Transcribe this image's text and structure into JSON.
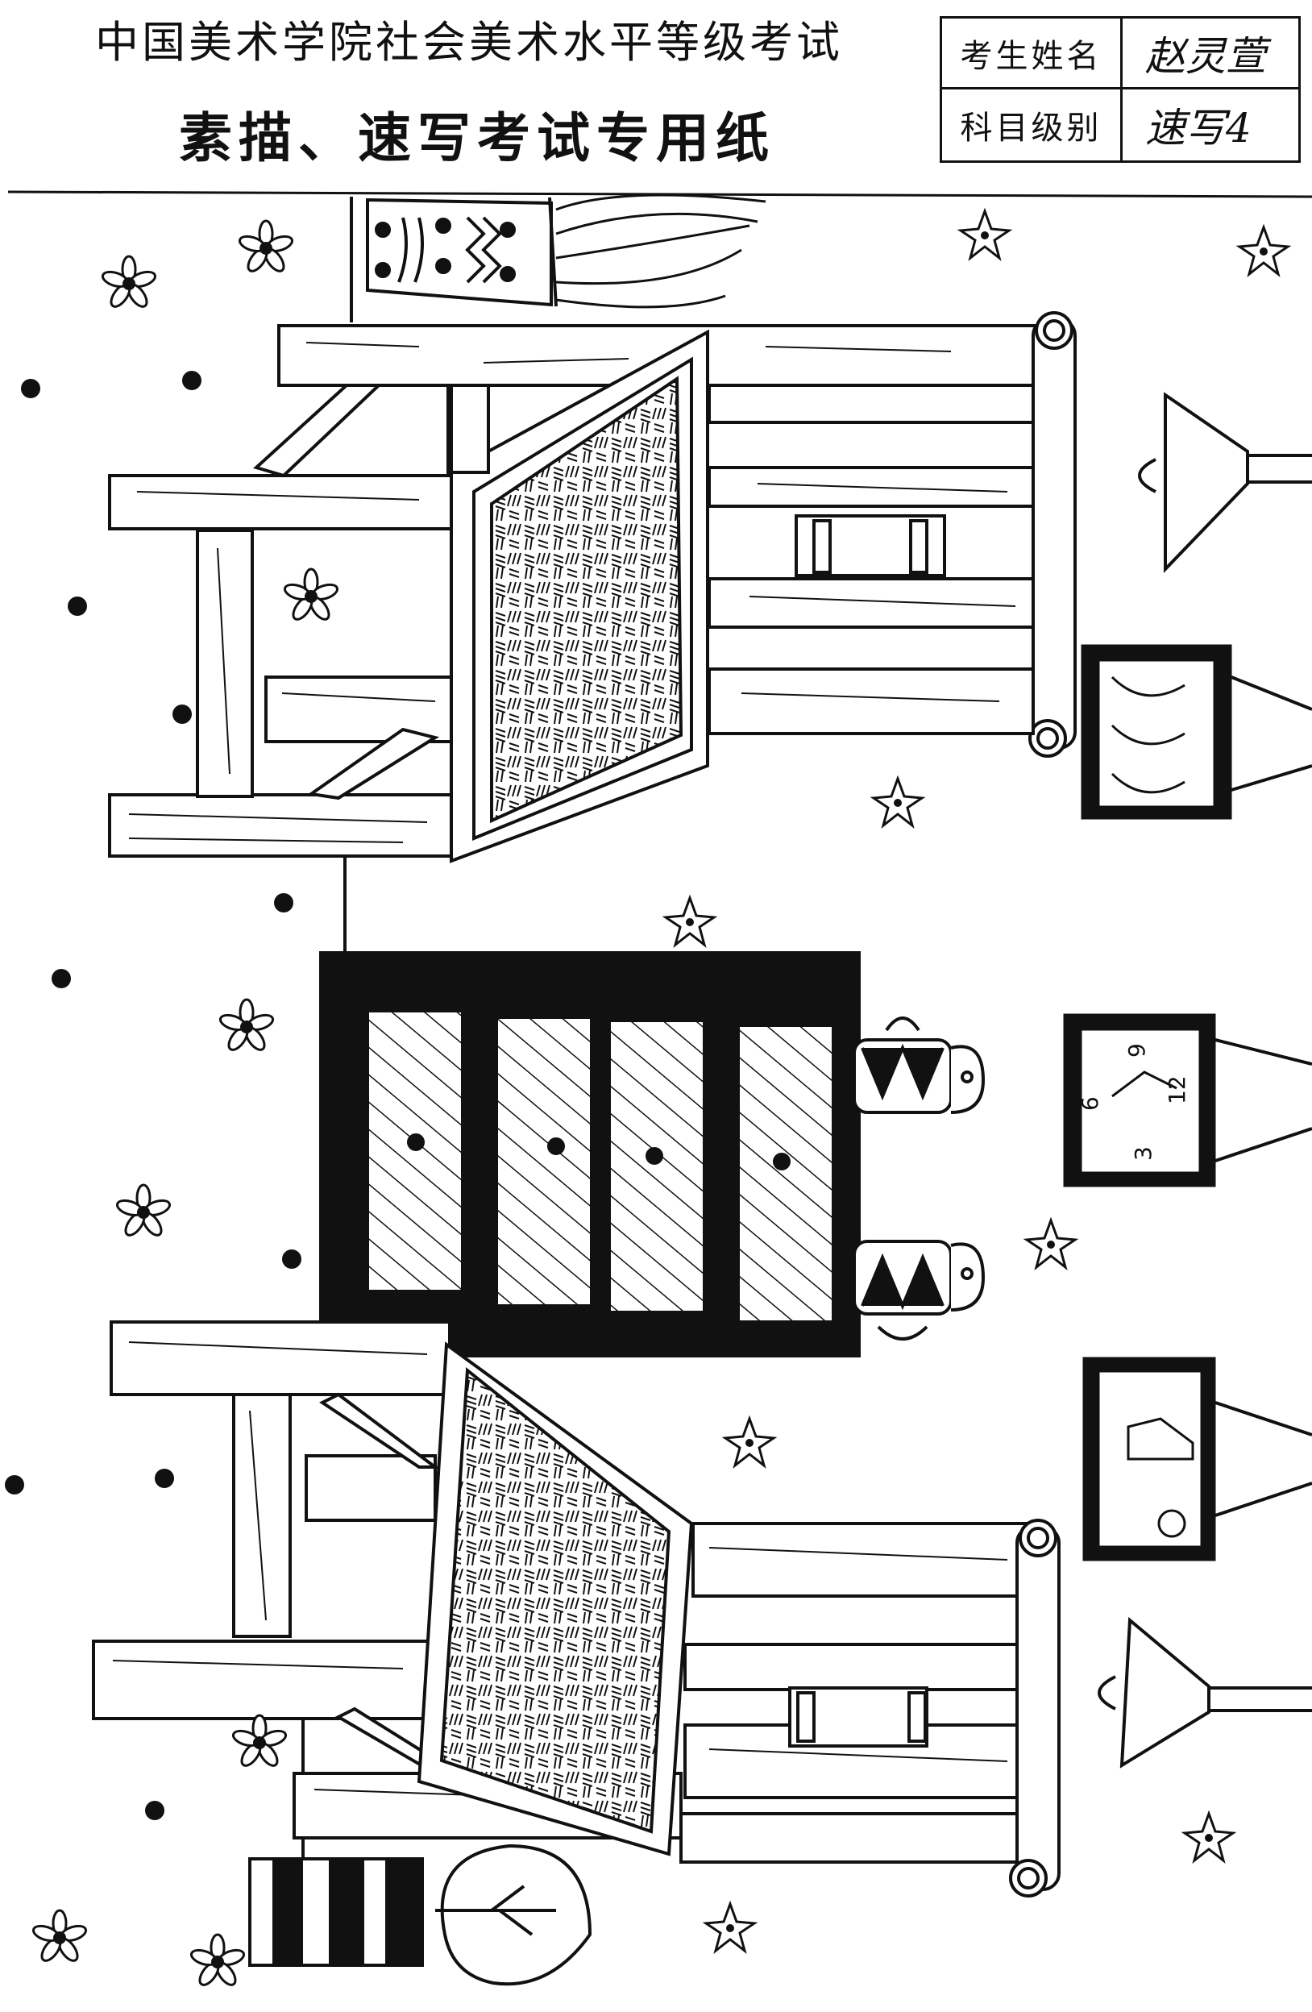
{
  "header": {
    "title_line1": "中国美术学院社会美术水平等级考试",
    "title_line2": "素描、速写考试专用纸"
  },
  "info_table": {
    "name_label": "考生姓名",
    "name_value": "赵灵萱",
    "subject_label": "科目级别",
    "subject_value": "速写4"
  },
  "drawing": {
    "clock_numerals": [
      "9",
      "12",
      "6",
      "3"
    ],
    "colors": {
      "ink": "#111111",
      "paper": "#ffffff"
    }
  }
}
